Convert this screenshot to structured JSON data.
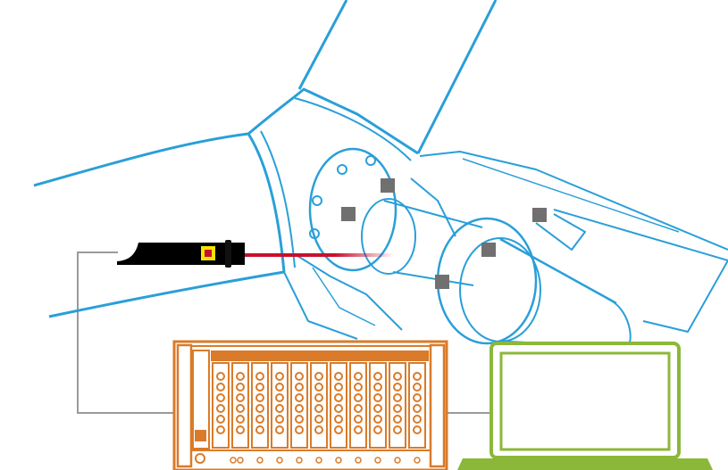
{
  "colors": {
    "turbine": "#2a9fd8",
    "daq": "#d97b2a",
    "laptop": "#8cb83a",
    "sensor": "#707070",
    "cable": "#9a9a9a",
    "laser_beam": "#c8102e",
    "laser_body": "#000000",
    "laser_warning": "#f5e400"
  },
  "icons": [
    "wind-turbine-drivetrain",
    "laser-vibrometer",
    "accelerometer-sensor",
    "daq-chassis",
    "laptop"
  ],
  "daq": {
    "module_count": 11,
    "connectors_per_module": 6
  },
  "sensor_count": 5
}
